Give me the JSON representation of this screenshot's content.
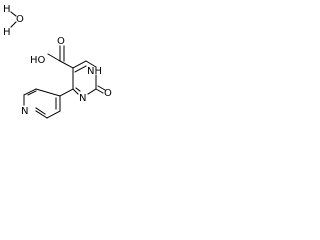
{
  "labels": {
    "water_h_top": "H",
    "water_o": "O",
    "water_h_bottom": "H",
    "cooh_oh": "HO",
    "cooh_o": "O",
    "nh": "NH",
    "n_ring": "N",
    "carbonyl_o": "O",
    "pyridine_n": "N"
  }
}
